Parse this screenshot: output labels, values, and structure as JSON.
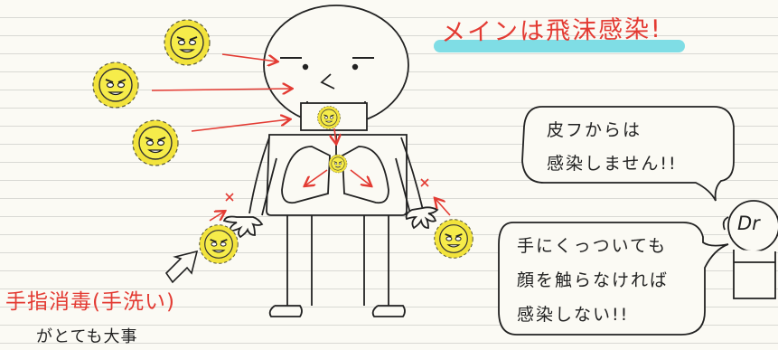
{
  "title": "メインは飛沫感染!",
  "speech_bubble_top": [
    "皮フからは",
    "感染しません!!"
  ],
  "speech_bubble_bottom": [
    "手にくっついても",
    "顔を触らなければ",
    "感染しない!!"
  ],
  "doctor_label": "Dr",
  "caption": {
    "line1": "手指消毒(手洗い)",
    "line2": "がとても大事"
  },
  "colors": {
    "accent_red": "#e33b33",
    "highlight_cyan": "#7fdde5",
    "virus_yellow": "#f2e33c",
    "ink": "#222222",
    "paper": "#fbfaf4"
  },
  "icons": [
    "virus-icon",
    "arrow-icon",
    "cross-mark-icon",
    "pointer-arrow-icon"
  ]
}
